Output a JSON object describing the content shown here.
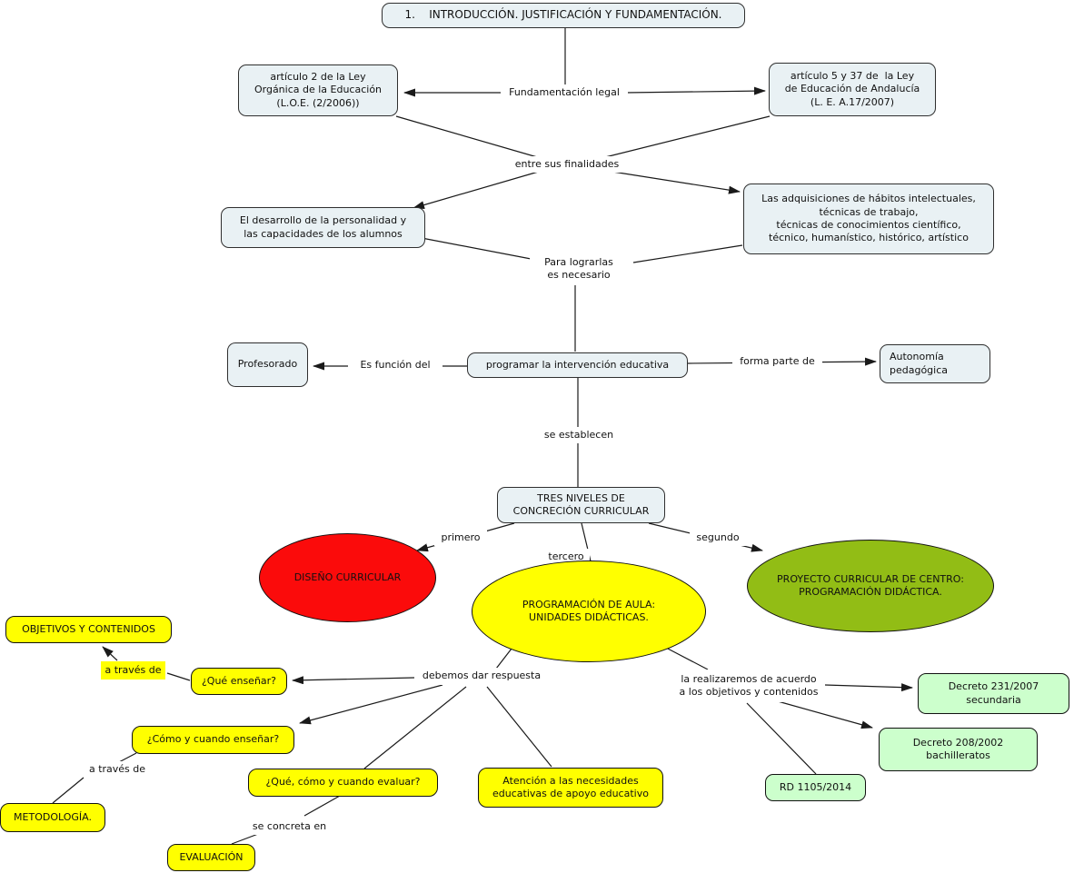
{
  "diagram": {
    "title": "1.    INTRODUCCIÓN. JUSTIFICACIÓN Y FUNDAMENTACIÓN.",
    "nodes": {
      "loe": "artículo 2 de la Ley\nOrgánica de la Educación\n(L.O.E. (2/2006))",
      "lea": "artículo 5 y 37 de  la Ley\nde Educación de Andalucía\n(L. E. A.17/2007)",
      "desarrollo": "El desarrollo de la personalidad y\nlas capacidades de los alumnos",
      "adquisiciones": "Las adquisiciones de hábitos intelectuales,\ntécnicas de trabajo,\ntécnicas de conocimientos científico,\ntécnico, humanístico, histórico, artístico",
      "profesorado": "Profesorado",
      "programar": "programar la intervención educativa",
      "autonomia": "Autonomía\npedagógica",
      "tres_niveles": "TRES NIVELES DE\nCONCRECIÓN CURRICULAR",
      "diseno_curricular": "DISEÑO CURRICULAR",
      "programacion_aula": "PROGRAMACIÓN DE AULA:\nUNIDADES DIDÁCTICAS.",
      "proyecto_centro": "PROYECTO CURRICULAR DE CENTRO:\nPROGRAMACIÓN DIDÁCTICA.",
      "objetivos_contenidos": "OBJETIVOS Y CONTENIDOS",
      "que_ensenar": "¿Qué enseñar?",
      "como_cuando_ensenar": "¿Cómo y cuando enseñar?",
      "que_como_cuando_evaluar": "¿Qué, cómo y cuando evaluar?",
      "atencion_necesidades": "Atención a las necesidades\neducativas de apoyo educativo",
      "metodologia": "METODOLOGÍA.",
      "evaluacion": "EVALUACIÓN",
      "decreto_231": "Decreto 231/2007\nsecundaria",
      "decreto_208": "Decreto 208/2002\nbachilleratos",
      "rd_1105": "RD 1105/2014"
    },
    "links": {
      "fundamentacion_legal": "Fundamentación legal",
      "entre_finalidades": "entre sus finalidades",
      "para_lograrlas": "Para lograrlas\nes necesario",
      "es_funcion_del": "Es función del",
      "forma_parte_de": "forma parte de",
      "se_establecen": "se establecen",
      "primero": "primero",
      "segundo": "segundo",
      "tercero": "tercero",
      "debemos_dar_respuesta": "debemos dar respuesta",
      "la_realizaremos": "la realizaremos de acuerdo\na los objetivos y contenidos",
      "a_traves_de_1": "a través de",
      "a_traves_de_2": "a través de",
      "se_concreta_en": "se concreta en"
    },
    "colors": {
      "box_fill": "#e9f1f4",
      "yellow": "#ffff00",
      "green_light": "#ccffcc",
      "green_ellipse": "#92bd15",
      "red_ellipse": "#fb0b0b",
      "line": "#1a1a1a"
    }
  }
}
